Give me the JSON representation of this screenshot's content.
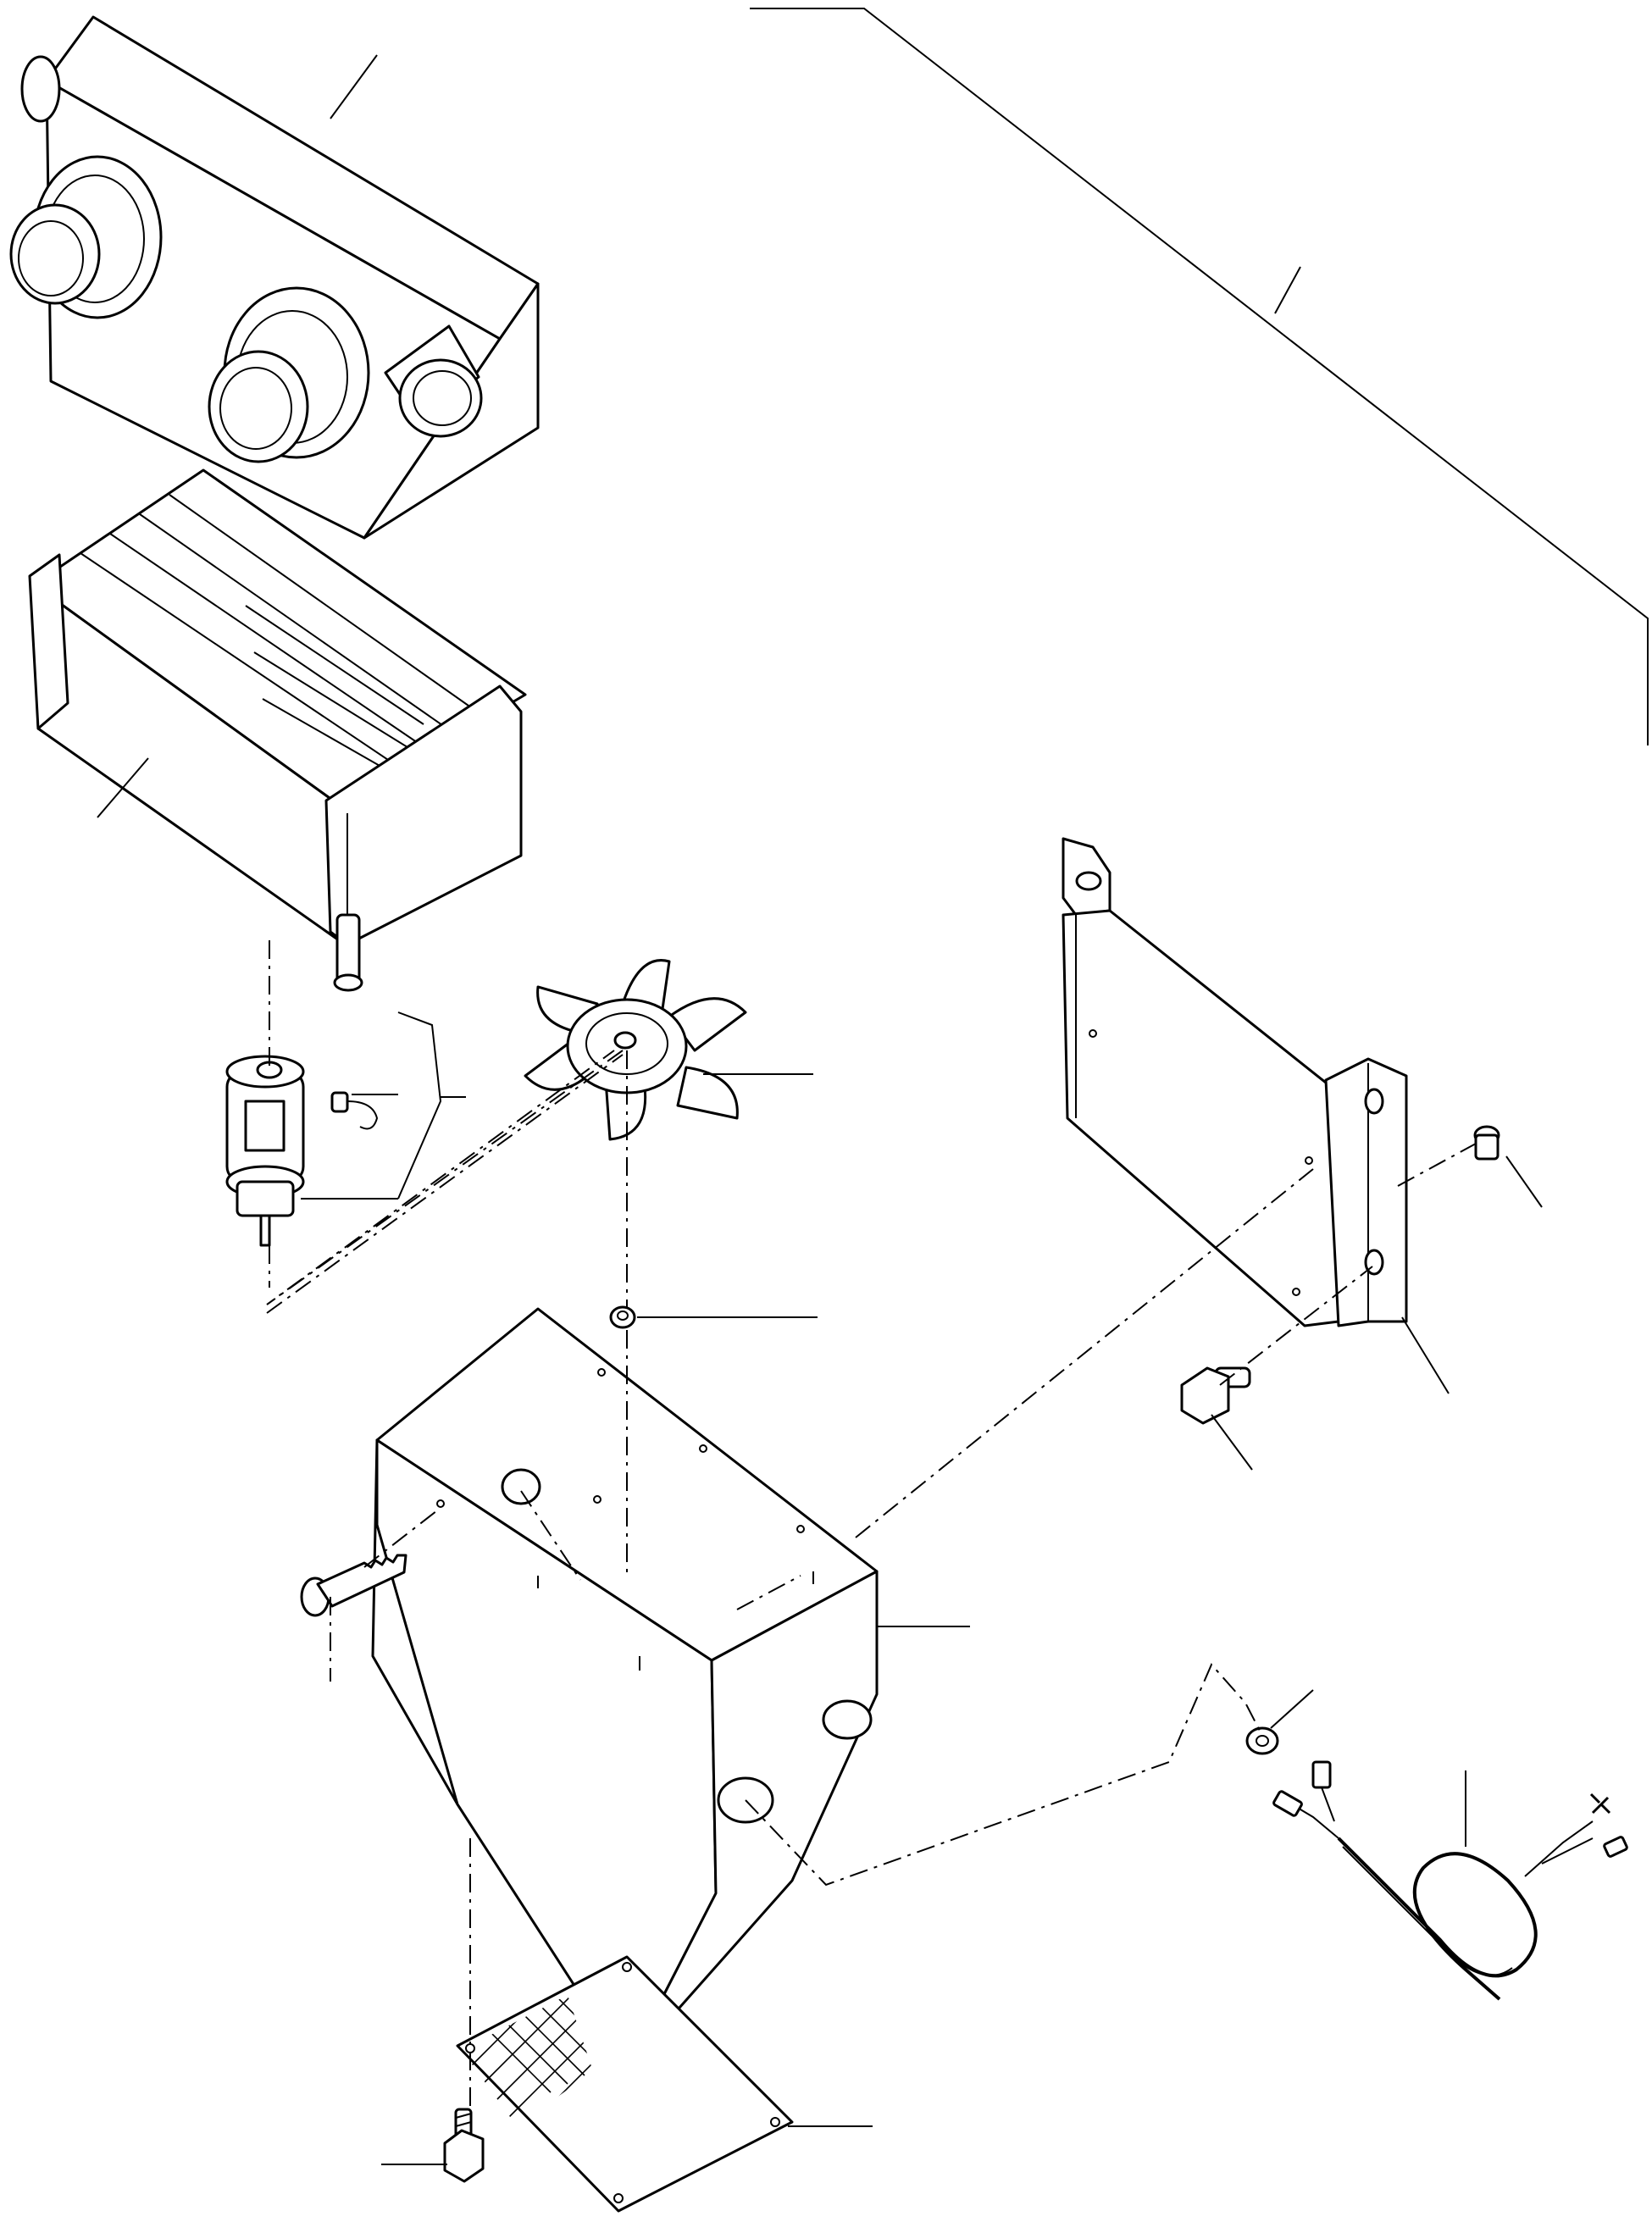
{
  "diagram": {
    "kind": "exploded-parts-view",
    "line_color": "#000000",
    "background": "#ffffff",
    "parts": [
      "heater-case",
      "heater-core",
      "blower-motor",
      "motor-clip",
      "fan",
      "fan-nut",
      "blower-housing",
      "mounting-bracket",
      "bracket-screw-small",
      "bracket-bolt",
      "tapping-screw",
      "mesh-filter-plate",
      "flange-bolt",
      "grommet",
      "wire-harness"
    ]
  }
}
